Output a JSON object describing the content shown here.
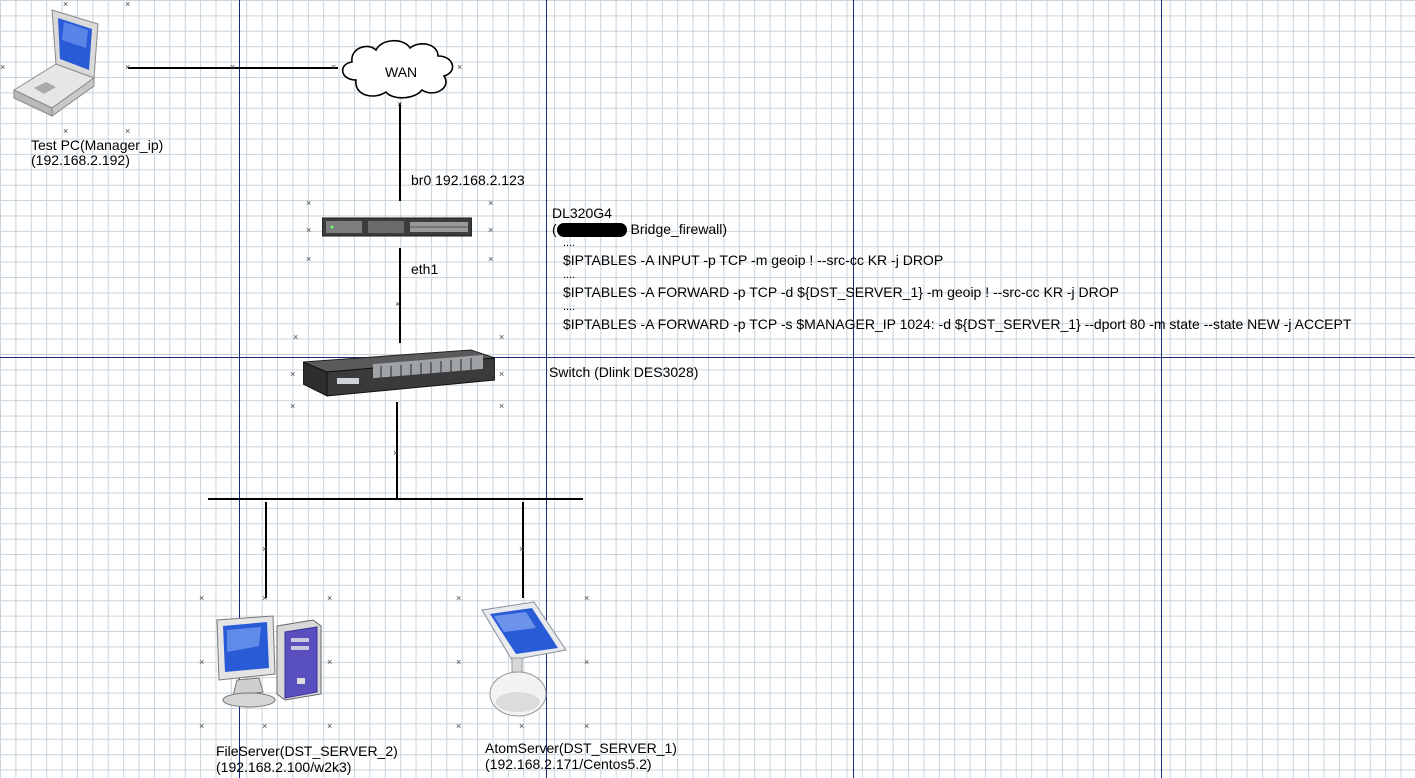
{
  "nodes": {
    "test_pc": {
      "line1": "Test PC(Manager_ip)",
      "line2": "(192.168.2.192)"
    },
    "wan": {
      "label": "WAN"
    },
    "firewall": {
      "uplink_label": "br0 192.168.2.123",
      "downlink_label": "eth1",
      "name": "DL320G4",
      "role": "(",
      "role_suffix": " Bridge_firewall)",
      "rules": [
        "$IPTABLES -A INPUT -p TCP -m geoip ! --src-cc KR -j DROP",
        "$IPTABLES -A FORWARD -p TCP -d ${DST_SERVER_1} -m geoip ! --src-cc KR -j DROP",
        "$IPTABLES -A FORWARD -p TCP -s $MANAGER_IP 1024: -d ${DST_SERVER_1} --dport 80 -m state --state NEW -j ACCEPT"
      ],
      "ellipsis": "...."
    },
    "switch": {
      "label": "Switch (Dlink DES3028)"
    },
    "file_server": {
      "line1": "FileServer(DST_SERVER_2)",
      "line2": "(192.168.2.100/w2k3)"
    },
    "atom_server": {
      "line1": "AtomServer(DST_SERVER_1)",
      "line2": "(192.168.2.171/Centos5.2)"
    }
  },
  "colors": {
    "grid": "#c9d4dc",
    "page_border": "#1a2a7a",
    "connector": "#000000",
    "screen_blue": "#2a5bd7"
  }
}
